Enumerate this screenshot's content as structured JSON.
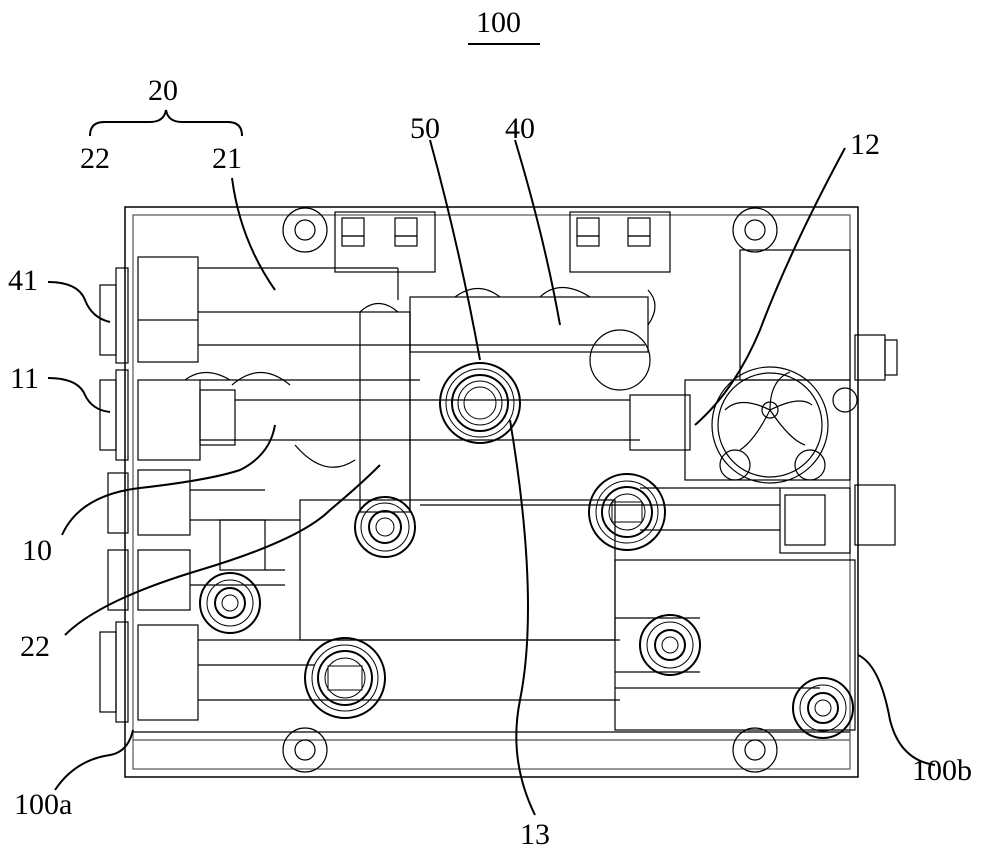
{
  "title": "100",
  "labels": {
    "l20": "20",
    "l22_top": "22",
    "l21": "21",
    "l50": "50",
    "l40": "40",
    "l12": "12",
    "l41": "41",
    "l11": "11",
    "l10": "10",
    "l22_bottom": "22",
    "l100a": "100a",
    "l13": "13",
    "l100b": "100b"
  }
}
